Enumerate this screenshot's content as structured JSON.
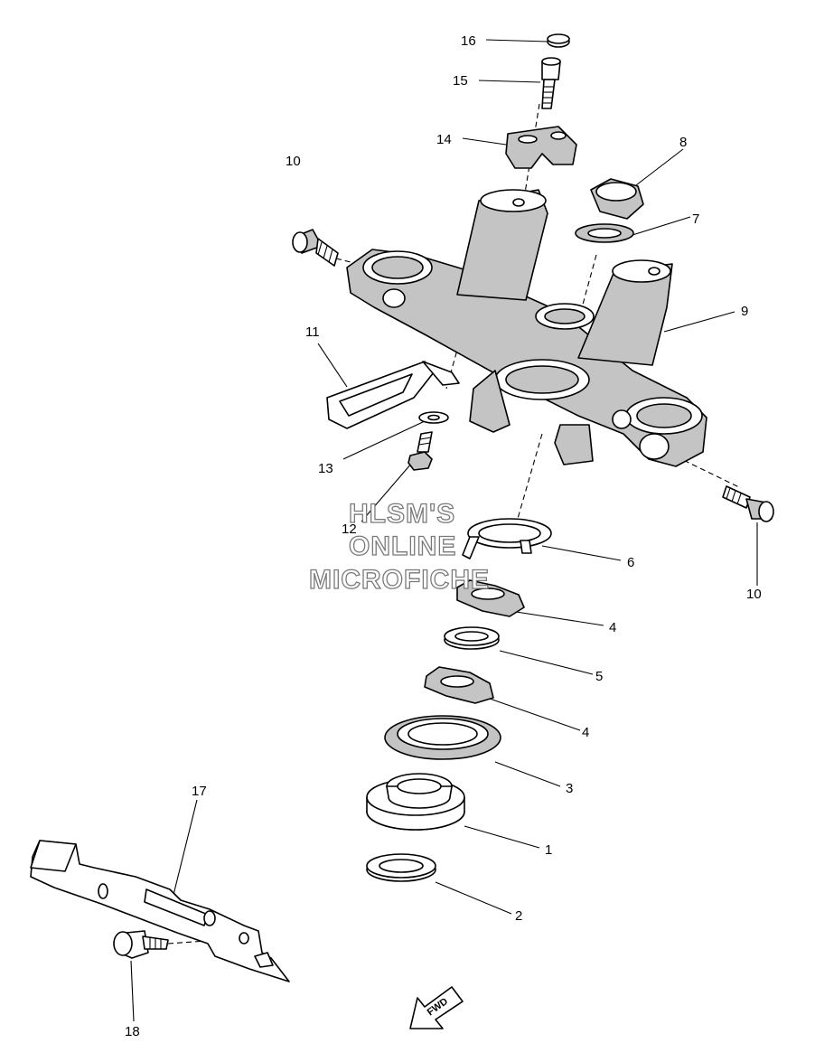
{
  "diagram": {
    "callouts": [
      {
        "id": "c16",
        "label": "16"
      },
      {
        "id": "c15",
        "label": "15"
      },
      {
        "id": "c14",
        "label": "14"
      },
      {
        "id": "c8",
        "label": "8"
      },
      {
        "id": "c7",
        "label": "7"
      },
      {
        "id": "c10a",
        "label": "10"
      },
      {
        "id": "c9",
        "label": "9"
      },
      {
        "id": "c11",
        "label": "11"
      },
      {
        "id": "c13",
        "label": "13"
      },
      {
        "id": "c12",
        "label": "12"
      },
      {
        "id": "c10b",
        "label": "10"
      },
      {
        "id": "c6",
        "label": "6"
      },
      {
        "id": "c4a",
        "label": "4"
      },
      {
        "id": "c5",
        "label": "5"
      },
      {
        "id": "c4b",
        "label": "4"
      },
      {
        "id": "c3",
        "label": "3"
      },
      {
        "id": "c1",
        "label": "1"
      },
      {
        "id": "c2",
        "label": "2"
      },
      {
        "id": "c17",
        "label": "17"
      },
      {
        "id": "c18",
        "label": "18"
      }
    ],
    "watermark": [
      "HLSM'S",
      "ONLINE",
      "MICROFICHE"
    ],
    "fwd_label": "FWD"
  }
}
